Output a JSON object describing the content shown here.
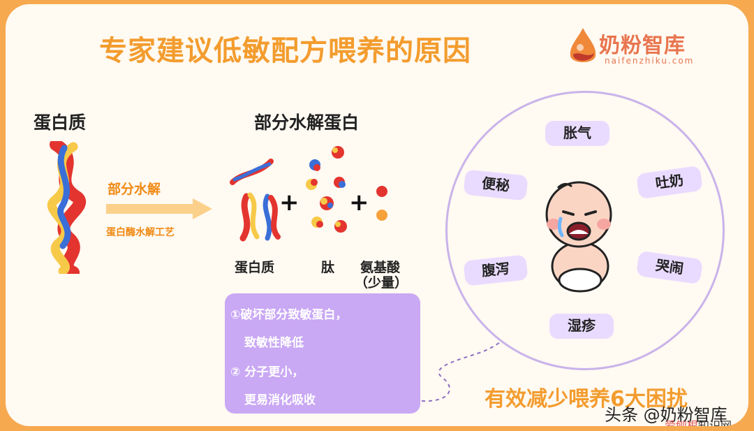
{
  "title": "专家建议低敏配方喂养的原因",
  "logo": {
    "name": "奶粉智库",
    "domain": "naifenzhiku.com",
    "icon": "milk-drop-icon"
  },
  "left": {
    "label": "蛋白质",
    "arrow_top": "部分水解",
    "arrow_bottom": "蛋白酶水解工艺"
  },
  "middle": {
    "heading": "部分水解蛋白",
    "items": [
      {
        "label": "蛋白质"
      },
      {
        "label": "肽"
      },
      {
        "label": "氨基酸",
        "sub": "（少量）"
      }
    ],
    "plus": "+"
  },
  "note": {
    "line1": "①破坏部分致敏蛋白，",
    "line2": "致敏性降低",
    "line3": "② 分子更小，",
    "line4": "更易消化吸收"
  },
  "problems": [
    "胀气",
    "吐奶",
    "哭闹",
    "湿疹",
    "腹泻",
    "便秘"
  ],
  "bottom_title": "有效减少喂养6大困扰",
  "watermark": {
    "line1": "头条 @奶粉智库",
    "line2a": "爱刨根",
    "line2b": "知识网"
  },
  "colors": {
    "accent": "#f39c2e",
    "purple": "#c9a8f4",
    "pill": "#e9dbff",
    "frame": "#f6a94f"
  }
}
